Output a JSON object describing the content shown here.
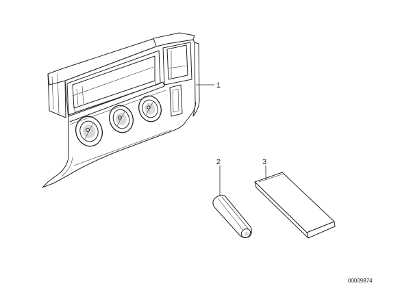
{
  "parts": [
    {
      "number": "1",
      "name": "dashboard-trim-panel"
    },
    {
      "number": "2",
      "name": "knob"
    },
    {
      "number": "3",
      "name": "blank-cover"
    }
  ],
  "reference_number": "00009874",
  "colors": {
    "line": "#222222",
    "background": "#ffffff",
    "shade": "#d9d9d9"
  }
}
